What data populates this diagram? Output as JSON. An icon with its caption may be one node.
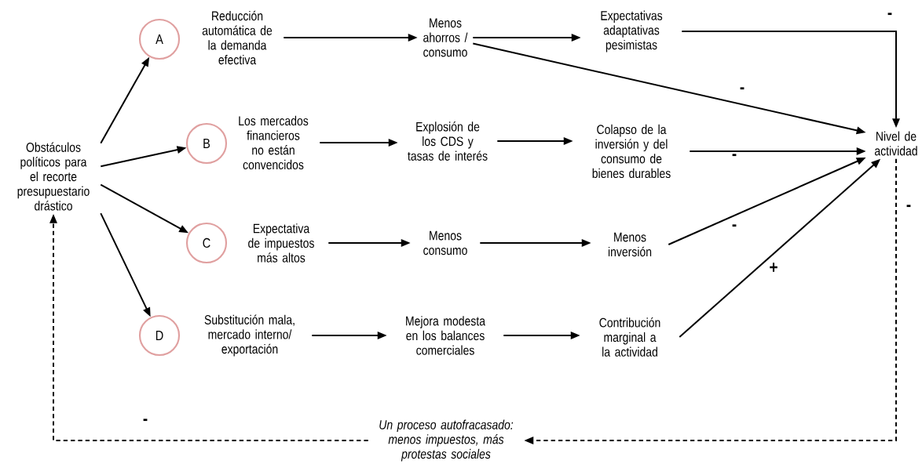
{
  "diagram": {
    "nodes": [
      {
        "text": [
          "Obstáculos políticos para el recorte presupuestario drástico"
        ]
      },
      {
        "text": [
          "A"
        ]
      },
      {
        "text": [
          "Reducción automática de la demanda efectiva"
        ]
      },
      {
        "text": [
          "Menos ahorros / consumo"
        ]
      },
      {
        "text": [
          "Expectativas adaptativas pesimistas"
        ]
      },
      {
        "text": [
          "B"
        ]
      },
      {
        "text": [
          "Los mercados financieros no están convencidos"
        ]
      },
      {
        "text": [
          "Explosión de los CDS y tasas de interés"
        ]
      },
      {
        "text": [
          "Colapso de la inversión y del consumo de bienes durables"
        ]
      },
      {
        "text": [
          "Nivel de actividad"
        ]
      },
      {
        "text": [
          "C"
        ]
      },
      {
        "text": [
          "Expectativa de impuestos más altos"
        ]
      },
      {
        "text": [
          "Menos consumo"
        ]
      },
      {
        "text": [
          "Menos inversión"
        ]
      },
      {
        "text": [
          "D"
        ]
      },
      {
        "text": [
          "Substitución mala, mercado interno/ exportación"
        ]
      },
      {
        "text": [
          "Mejora modesta en los balances comerciales"
        ]
      },
      {
        "text": [
          "Contribución marginal a la actividad"
        ]
      },
      {
        "text": [
          "Un proceso autofracasado: menos impuestos, más protestas sociales"
        ]
      }
    ],
    "edges": [
      {
        "from": 0,
        "to": 1,
        "arrow": "to"
      },
      {
        "from": 0,
        "to": 5,
        "arrow": "to"
      },
      {
        "from": 0,
        "to": 10,
        "arrow": "to"
      },
      {
        "from": 0,
        "to": 14,
        "arrow": "to"
      },
      {
        "from": 2,
        "to": 3,
        "arrow": "to"
      },
      {
        "from": 3,
        "to": 4,
        "arrow": "to"
      },
      {
        "from": 4,
        "to": 9,
        "arrow": "to",
        "label": "-"
      },
      {
        "from": 3,
        "to": 9,
        "arrow": "to",
        "label": "-"
      },
      {
        "from": 6,
        "to": 7,
        "arrow": "to"
      },
      {
        "from": 7,
        "to": 8,
        "arrow": "to"
      },
      {
        "from": 8,
        "to": 9,
        "arrow": "to",
        "label": "-"
      },
      {
        "from": 11,
        "to": 12,
        "arrow": "to"
      },
      {
        "from": 12,
        "to": 13,
        "arrow": "to"
      },
      {
        "from": 13,
        "to": 9,
        "arrow": "to",
        "label": "-"
      },
      {
        "from": 15,
        "to": 16,
        "arrow": "to"
      },
      {
        "from": 16,
        "to": 17,
        "arrow": "to"
      },
      {
        "from": 17,
        "to": 9,
        "arrow": "to",
        "label": "+"
      },
      {
        "from": 9,
        "to": 18,
        "arrow": "to",
        "style": "dashed",
        "label": "-"
      },
      {
        "from": 18,
        "to": 0,
        "arrow": "to",
        "style": "dashed",
        "label": "-"
      }
    ]
  }
}
